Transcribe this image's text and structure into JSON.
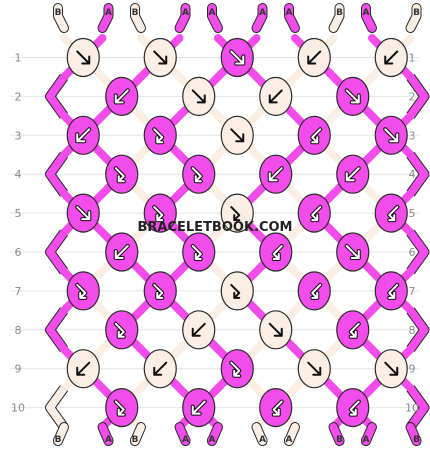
{
  "colors": {
    "A": "#f24cea",
    "B": "#fbeee4",
    "outline": "#2a2a2a",
    "grid": "#e4e4e4",
    "watermark": "#222222"
  },
  "top_strands": [
    "B",
    "A",
    "B",
    "A",
    "A",
    "A",
    "A",
    "B",
    "A",
    "B"
  ],
  "bottom_strands": [
    "B",
    "A",
    "B",
    "A",
    "A",
    "A",
    "A",
    "B",
    "A",
    "B"
  ],
  "row_numbers": [
    "1",
    "2",
    "3",
    "4",
    "5",
    "6",
    "7",
    "8",
    "9",
    "10"
  ],
  "knots": [
    [
      {
        "c": "B",
        "d": "R"
      },
      {
        "c": "B",
        "d": "R"
      },
      {
        "c": "A",
        "d": "R"
      },
      {
        "c": "B",
        "d": "L"
      },
      {
        "c": "B",
        "d": "L"
      }
    ],
    [
      {
        "c": "A",
        "d": "L"
      },
      {
        "c": "B",
        "d": "R"
      },
      {
        "c": "B",
        "d": "L"
      },
      {
        "c": "A",
        "d": "R"
      }
    ],
    [
      {
        "c": "A",
        "d": "L"
      },
      {
        "c": "A",
        "d": "RL"
      },
      {
        "c": "B",
        "d": "R"
      },
      {
        "c": "A",
        "d": "LR"
      },
      {
        "c": "A",
        "d": "R"
      }
    ],
    [
      {
        "c": "A",
        "d": "RL"
      },
      {
        "c": "A",
        "d": "RL"
      },
      {
        "c": "A",
        "d": "L"
      },
      {
        "c": "A",
        "d": "L"
      }
    ],
    [
      {
        "c": "A",
        "d": "R"
      },
      {
        "c": "A",
        "d": "RL"
      },
      {
        "c": "B",
        "d": "RL"
      },
      {
        "c": "A",
        "d": "LR"
      },
      {
        "c": "A",
        "d": "LR"
      }
    ],
    [
      {
        "c": "A",
        "d": "L"
      },
      {
        "c": "A",
        "d": "RL"
      },
      {
        "c": "A",
        "d": "LR"
      },
      {
        "c": "A",
        "d": "R"
      }
    ],
    [
      {
        "c": "A",
        "d": "RL"
      },
      {
        "c": "A",
        "d": "RL"
      },
      {
        "c": "B",
        "d": "RL"
      },
      {
        "c": "A",
        "d": "LR"
      },
      {
        "c": "A",
        "d": "LR"
      }
    ],
    [
      {
        "c": "A",
        "d": "RL"
      },
      {
        "c": "B",
        "d": "L"
      },
      {
        "c": "B",
        "d": "R"
      },
      {
        "c": "A",
        "d": "LR"
      }
    ],
    [
      {
        "c": "B",
        "d": "L"
      },
      {
        "c": "B",
        "d": "L"
      },
      {
        "c": "A",
        "d": "RL"
      },
      {
        "c": "B",
        "d": "R"
      },
      {
        "c": "B",
        "d": "R"
      }
    ],
    [
      {
        "c": "A",
        "d": "RL"
      },
      {
        "c": "A",
        "d": "L"
      },
      {
        "c": "A",
        "d": "LR"
      },
      {
        "c": "A",
        "d": "LR"
      }
    ]
  ],
  "watermark": "BRACELETBOOK.COM"
}
